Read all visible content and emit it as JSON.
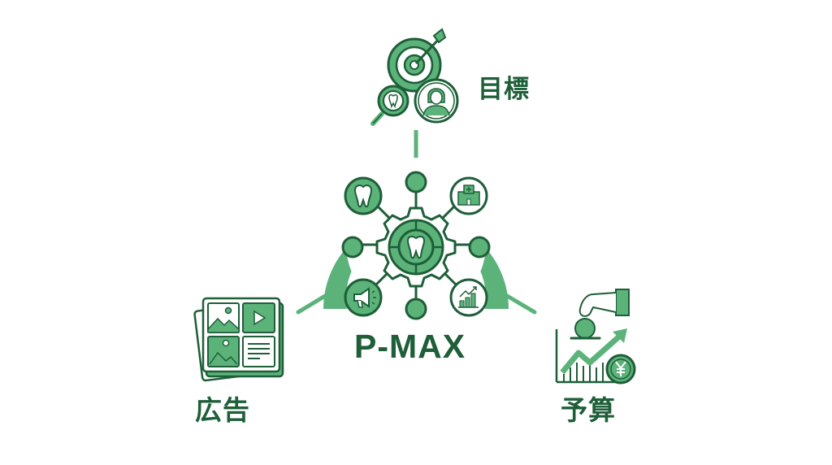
{
  "diagram": {
    "center": {
      "label": "P-MAX"
    },
    "nodes": [
      {
        "id": "goal",
        "label": "目標",
        "icons": [
          "target-arrow-icon",
          "magnifier-tooth-icon",
          "person-avatar-icon"
        ]
      },
      {
        "id": "ads",
        "label": "広告",
        "icons": [
          "ad-cards-icon",
          "image-icon",
          "play-icon",
          "text-doc-icon"
        ]
      },
      {
        "id": "budget",
        "label": "予算",
        "icons": [
          "hand-coin-icon",
          "growth-chart-icon",
          "yen-coin-icon"
        ]
      }
    ],
    "hub_icons": [
      "tooth-icon",
      "hospital-icon",
      "megaphone-icon",
      "bar-chart-up-icon",
      "gear-icon",
      "target-tooth-icon"
    ]
  },
  "colors": {
    "primary": "#5cb37a",
    "dark": "#1e5e38",
    "light": "#7fc596",
    "background": "#ffffff"
  }
}
